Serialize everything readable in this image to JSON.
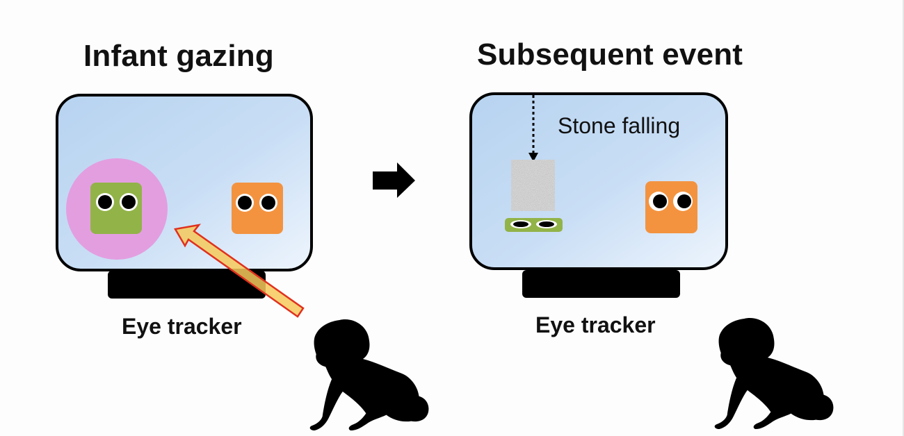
{
  "panels": {
    "left": {
      "title": "Infant gazing",
      "device_label": "Eye tracker"
    },
    "right": {
      "title": "Subsequent event",
      "device_label": "Eye tracker",
      "event_label": "Stone falling"
    }
  },
  "icons": {
    "transition": "right-arrow-icon",
    "infant": "crawling-baby-silhouette",
    "gaze": "gaze-arrow-icon",
    "drop": "dotted-down-arrow-icon"
  },
  "colors": {
    "screen_fill_top": "#b9d5f1",
    "screen_fill_bottom": "#e9f2fc",
    "screen_border": "#000000",
    "highlight": "#e39ee0",
    "green_agent": "#92b348",
    "orange_agent": "#f39340",
    "stone": "#9b9b9b",
    "gaze_arrow_fill": "#f6c95b",
    "gaze_arrow_stroke": "#e0301e",
    "tracker_bar": "#000000"
  }
}
